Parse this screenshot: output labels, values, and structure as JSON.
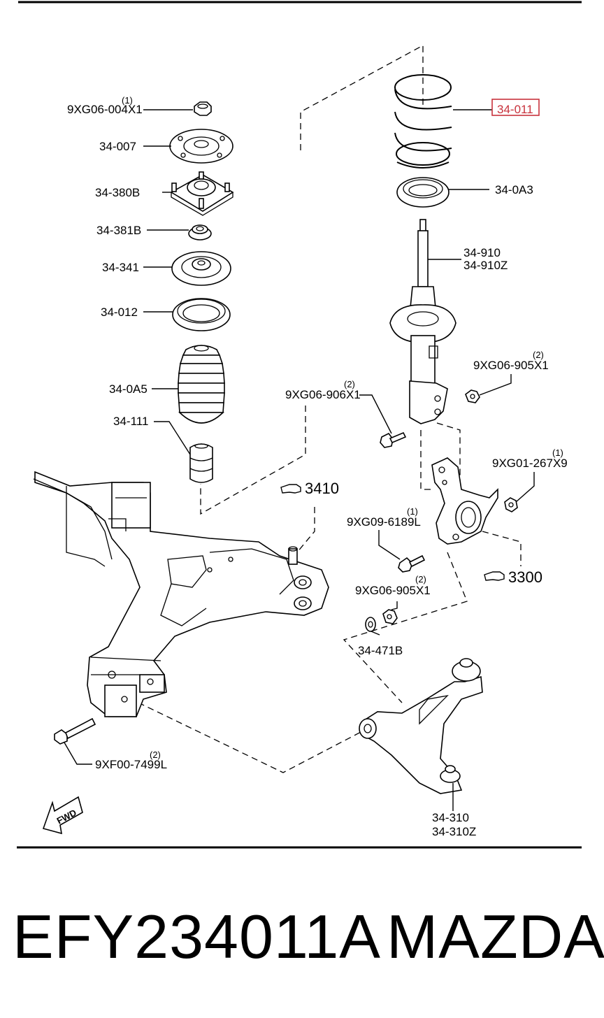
{
  "labels": {
    "p1": {
      "part": "9XG06-004X1",
      "qty": "(1)"
    },
    "p2": {
      "part": "34-007"
    },
    "p3": {
      "part": "34-380B"
    },
    "p4": {
      "part": "34-381B"
    },
    "p5": {
      "part": "34-341"
    },
    "p6": {
      "part": "34-012"
    },
    "p7": {
      "part": "34-0A5"
    },
    "p8": {
      "part": "34-111"
    },
    "p9": {
      "part": "34-011"
    },
    "p10": {
      "part": "34-0A3"
    },
    "p11": {
      "part": "34-910",
      "part2": "34-910Z"
    },
    "p12": {
      "part": "9XG06-905X1",
      "qty": "(2)"
    },
    "p13": {
      "part": "9XG06-906X1",
      "qty": "(2)"
    },
    "p14": {
      "part": "9XG01-267X9",
      "qty": "(1)"
    },
    "p15": {
      "part": "9XG09-6189L",
      "qty": "(1)"
    },
    "p16": {
      "part": "9XG06-905X1",
      "qty": "(2)"
    },
    "p17": {
      "part": "34-471B"
    },
    "p18": {
      "part": "9XF00-7499L",
      "qty": "(2)"
    },
    "p19": {
      "part": "34-310",
      "part2": "34-310Z"
    }
  },
  "refs": {
    "r1": "3410",
    "r2": "3300"
  },
  "fwd": "FWD",
  "highlight_color": "#c8323c",
  "footer": {
    "part_number": "EFY234011A",
    "brand": "MAZDA"
  }
}
